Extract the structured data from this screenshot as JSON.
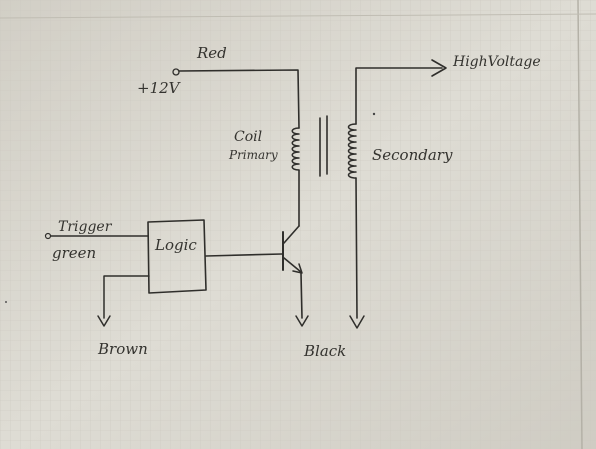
{
  "diagram": {
    "power": {
      "wire_color": "Red",
      "voltage": "+12V"
    },
    "coil": {
      "primary_label_line1": "Coil",
      "primary_label_line2": "Primary",
      "secondary_label": "Secondary",
      "output_label": "HighVoltage"
    },
    "logic": {
      "block_label": "Logic",
      "trigger_label": "Trigger",
      "trigger_wire_color": "green",
      "ground_wire_color": "Brown"
    },
    "ground": {
      "wire_color": "Black"
    }
  },
  "colors": {
    "paper": "#dcdad2",
    "grid": "#c6c3b9",
    "ink": "#2f2e2b"
  }
}
